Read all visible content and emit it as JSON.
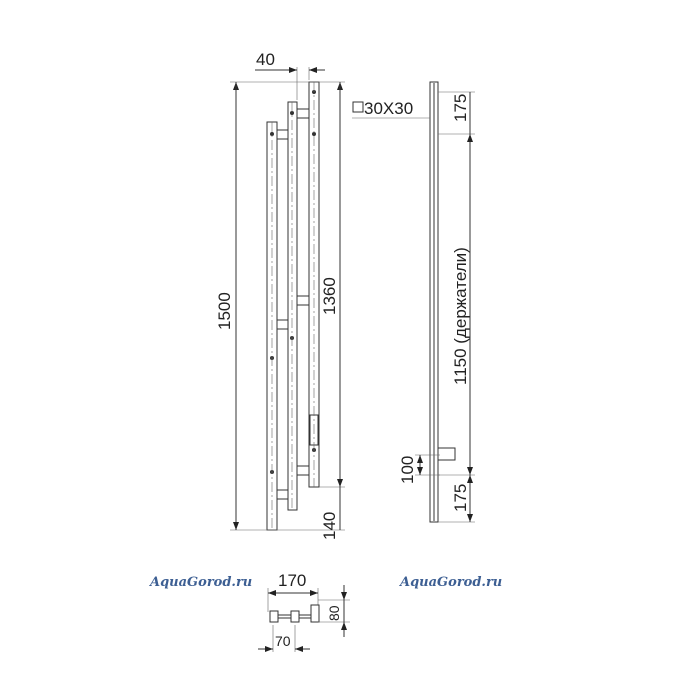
{
  "front_view": {
    "dim_offset": "40",
    "dim_total_height": "1500",
    "dim_bar_height": "1360",
    "dim_bottom": "140"
  },
  "side_view": {
    "profile": "30X30",
    "dim_top": "175",
    "dim_holders": "1150 (держатели)",
    "dim_connector": "100",
    "dim_bottom": "175"
  },
  "bottom_view": {
    "dim_width": "170",
    "dim_depth": "80",
    "dim_spacing": "70"
  },
  "watermarks": [
    "AquaGorod.ru",
    "AquaGorod.ru"
  ],
  "colors": {
    "line": "#333333",
    "watermark": "#3d5f93"
  }
}
